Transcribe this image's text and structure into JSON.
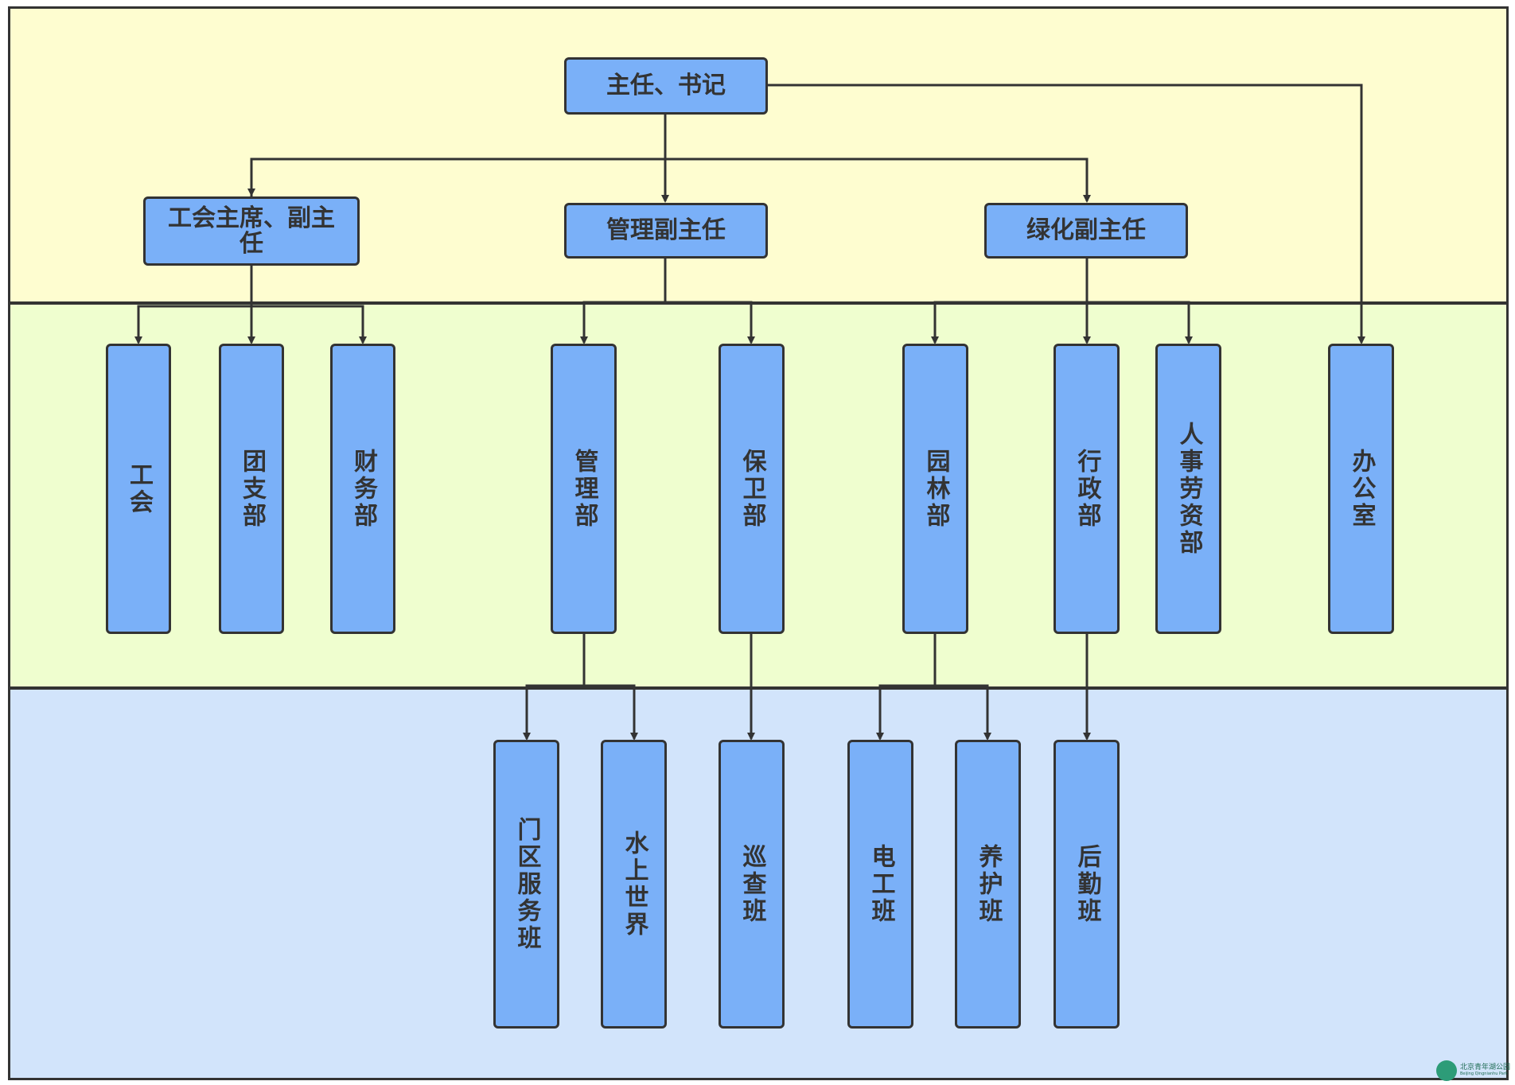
{
  "diagram": {
    "nodes": {
      "director": "主任、书记",
      "union_chair": "工会主席、副主任",
      "mgmt_deputy": "管理副主任",
      "green_deputy": "绿化副主任",
      "union": "工会",
      "youth_league": "团支部",
      "finance": "财务部",
      "management": "管理部",
      "security": "保卫部",
      "landscaping": "园林部",
      "administration": "行政部",
      "hr": "人事劳资部",
      "office": "办公室",
      "gate_service": "门区服务班",
      "water_world": "水上世界",
      "patrol": "巡查班",
      "electrician": "电工班",
      "maintenance": "养护班",
      "logistics": "后勤班"
    },
    "edges": [
      [
        "director",
        "union_chair"
      ],
      [
        "director",
        "mgmt_deputy"
      ],
      [
        "director",
        "green_deputy"
      ],
      [
        "director",
        "office"
      ],
      [
        "union_chair",
        "union"
      ],
      [
        "union_chair",
        "youth_league"
      ],
      [
        "union_chair",
        "finance"
      ],
      [
        "mgmt_deputy",
        "management"
      ],
      [
        "mgmt_deputy",
        "security"
      ],
      [
        "green_deputy",
        "landscaping"
      ],
      [
        "green_deputy",
        "administration"
      ],
      [
        "green_deputy",
        "hr"
      ],
      [
        "management",
        "gate_service"
      ],
      [
        "management",
        "water_world"
      ],
      [
        "security",
        "patrol"
      ],
      [
        "landscaping",
        "electrician"
      ],
      [
        "landscaping",
        "maintenance"
      ],
      [
        "administration",
        "logistics"
      ]
    ]
  },
  "watermark": {
    "name_cn": "北京青年湖公园",
    "name_en": "Beijing Qingnianhu Park"
  },
  "colors": {
    "node_fill": "#7ab0f8",
    "band_top": "#fefdd0",
    "band_middle": "#effecf",
    "band_bottom": "#d2e4fb",
    "line": "#333333"
  }
}
